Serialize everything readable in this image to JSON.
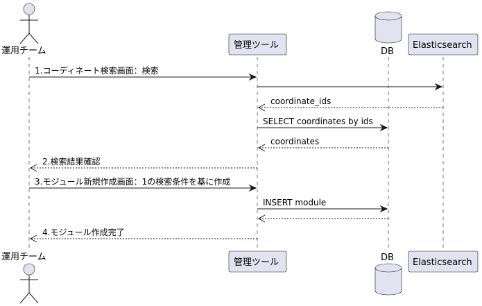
{
  "participants": [
    {
      "id": "ops",
      "label": "運用チーム",
      "kind": "actor"
    },
    {
      "id": "admin",
      "label": "管理ツール",
      "kind": "participant"
    },
    {
      "id": "db",
      "label": "DB",
      "kind": "database"
    },
    {
      "id": "es",
      "label": "Elasticsearch",
      "kind": "participant"
    }
  ],
  "messages": [
    {
      "from": "ops",
      "to": "admin",
      "label": "1.コーディネート検索画面：検索",
      "style": "solid"
    },
    {
      "from": "admin",
      "to": "es",
      "label": "",
      "style": "solid"
    },
    {
      "from": "es",
      "to": "admin",
      "label": "coordinate_ids",
      "style": "dashed"
    },
    {
      "from": "admin",
      "to": "db",
      "label": "SELECT coordinates by ids",
      "style": "solid"
    },
    {
      "from": "db",
      "to": "admin",
      "label": "coordinates",
      "style": "dashed"
    },
    {
      "from": "admin",
      "to": "ops",
      "label": "2.検索結果確認",
      "style": "dashed"
    },
    {
      "from": "ops",
      "to": "admin",
      "label": "3.モジュール新規作成画面：1の検索条件を基に作成",
      "style": "solid"
    },
    {
      "from": "admin",
      "to": "db",
      "label": "INSERT module",
      "style": "solid"
    },
    {
      "from": "db",
      "to": "admin",
      "label": "",
      "style": "dashed"
    },
    {
      "from": "admin",
      "to": "ops",
      "label": "4.モジュール作成完了",
      "style": "dashed"
    }
  ]
}
